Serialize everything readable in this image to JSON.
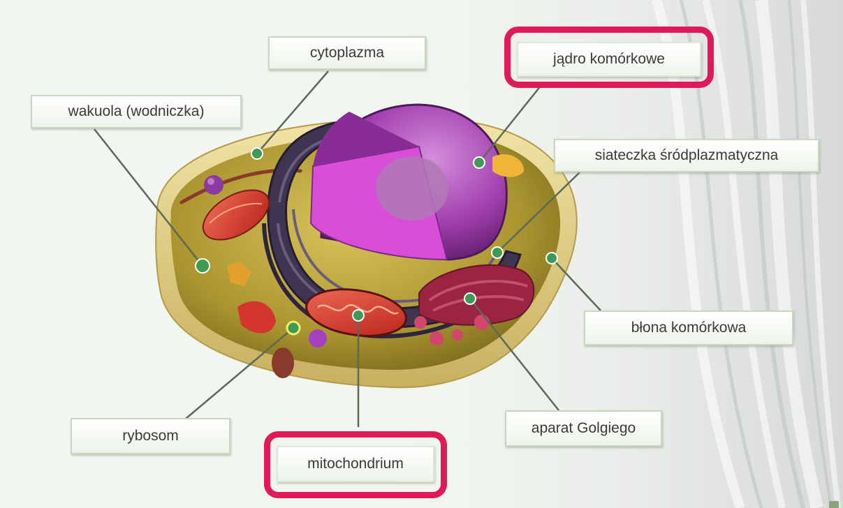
{
  "labels": {
    "cytoplazma": "cytoplazma",
    "jadro": "jądro komórkowe",
    "wakuola": "wakuola (wodniczka)",
    "siateczka": "siateczka śródplazmatyczna",
    "blona": "błona komórkowa",
    "rybosom": "rybosom",
    "mitochondrium": "mitochondrium",
    "golgi": "aparat Golgiego"
  },
  "highlighted": [
    "jądro komórkowe",
    "mitochondrium"
  ],
  "colors": {
    "highlight": "#e0195a",
    "label_border": "#c9d6c1",
    "marker": "#3f9a58",
    "nucleus": "#b03ab8",
    "cytoplasm": "#b6a23a",
    "mitochondrion": "#e2433a",
    "golgi": "#b0304e"
  }
}
